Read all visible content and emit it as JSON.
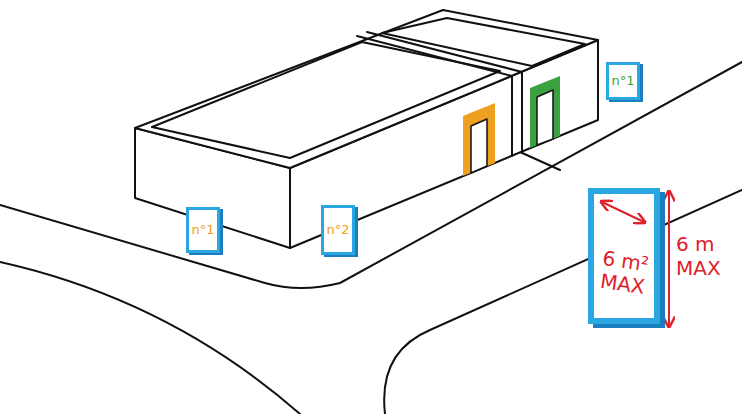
{
  "diagram": {
    "nodes": [
      {
        "text": [
          "n°1"
        ]
      },
      {
        "text": [
          "n°2"
        ]
      },
      {
        "text": [
          "n°1"
        ]
      },
      {
        "text": [
          "6 m² MAX"
        ]
      }
    ],
    "labels": [
      "6 m MAX"
    ]
  }
}
